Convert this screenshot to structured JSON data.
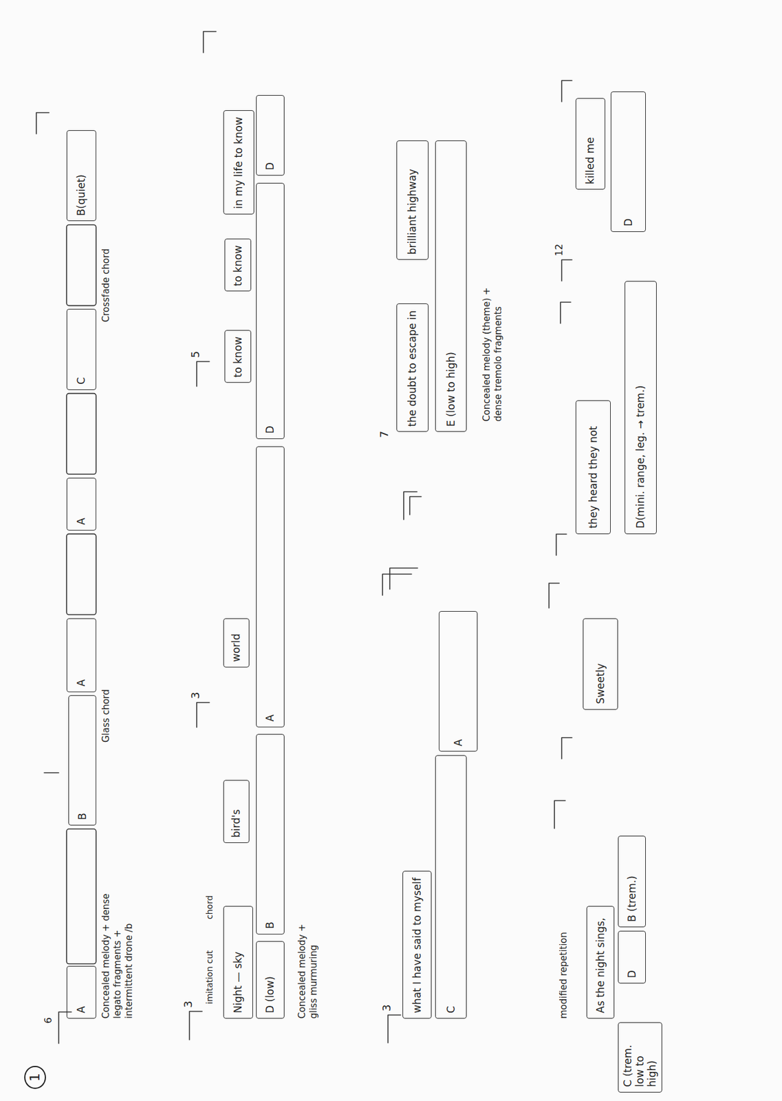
{
  "diagram": {
    "nodes": [
      {
        "text": [
          "A"
        ]
      },
      {
        "text": [
          "B"
        ]
      },
      {
        "text": [
          "A"
        ]
      },
      {
        "text": [
          "A"
        ]
      },
      {
        "text": [
          "C"
        ]
      },
      {
        "text": [
          "B(quiet)"
        ]
      },
      {
        "text": [
          "Night — sky"
        ]
      },
      {
        "text": [
          "D (low)"
        ]
      },
      {
        "text": [
          "bird's"
        ]
      },
      {
        "text": [
          "B"
        ]
      },
      {
        "text": [
          "world"
        ]
      },
      {
        "text": [
          "A"
        ]
      },
      {
        "text": [
          "to know"
        ]
      },
      {
        "text": [
          "to know"
        ]
      },
      {
        "text": [
          "D"
        ]
      },
      {
        "text": [
          "in my life to know"
        ]
      },
      {
        "text": [
          "D"
        ]
      },
      {
        "text": [
          "what I have said to myself"
        ]
      },
      {
        "text": [
          "C"
        ]
      },
      {
        "text": [
          "A"
        ]
      },
      {
        "text": [
          "the doubt to escape in"
        ]
      },
      {
        "text": [
          "E (low to high)"
        ]
      },
      {
        "text": [
          "brilliant highway"
        ]
      },
      {
        "text": [
          "C (trem. low to high)"
        ]
      },
      {
        "text": [
          "As the night sings,"
        ]
      },
      {
        "text": [
          "D"
        ]
      },
      {
        "text": [
          "B (trem.)"
        ]
      },
      {
        "text": [
          "Sweetly"
        ]
      },
      {
        "text": [
          "they heard they not"
        ]
      },
      {
        "text": [
          "D(mini. range, leg. → trem.)"
        ]
      },
      {
        "text": [
          "killed me"
        ]
      },
      {
        "text": [
          "D"
        ]
      }
    ],
    "labels": [
      "1",
      "6",
      "Concealed melody + dense legato fragments + intermittent drone /b",
      "Glass chord",
      "Crossfade chord",
      "3",
      "imitation cut",
      "chord",
      "3",
      "5",
      "Concealed melody + gliss murmuring",
      "3",
      "7",
      "Concealed melody (theme) + dense tremolo fragments",
      "modified repetition",
      "12"
    ]
  }
}
